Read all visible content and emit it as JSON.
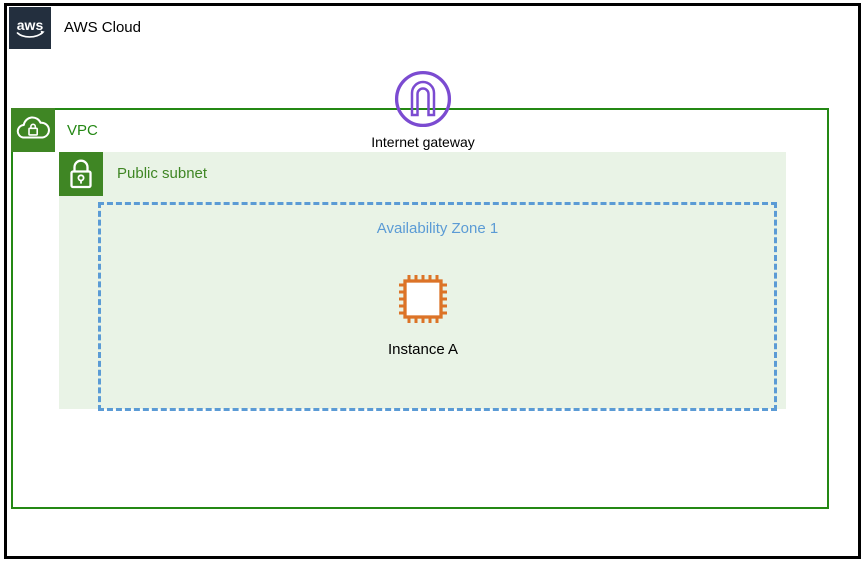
{
  "diagram": {
    "aws_cloud": {
      "label": "AWS Cloud",
      "logo_text": "aws"
    },
    "vpc": {
      "label": "VPC"
    },
    "internet_gateway": {
      "label": "Internet gateway"
    },
    "public_subnet": {
      "label": "Public subnet"
    },
    "availability_zone": {
      "label": "Availability Zone 1"
    },
    "instance": {
      "label": "Instance A"
    },
    "colors": {
      "outer_border": "#000000",
      "aws_dark_navy": "#232F3E",
      "vpc_border_green": "#248814",
      "icon_fill_green": "#3F8624",
      "subnet_fill_light_green": "#E9F3E6",
      "availability_zone_blue": "#5B9BD5",
      "internet_gateway_purple": "#7B4BD1",
      "instance_orange": "#DC7327"
    }
  }
}
